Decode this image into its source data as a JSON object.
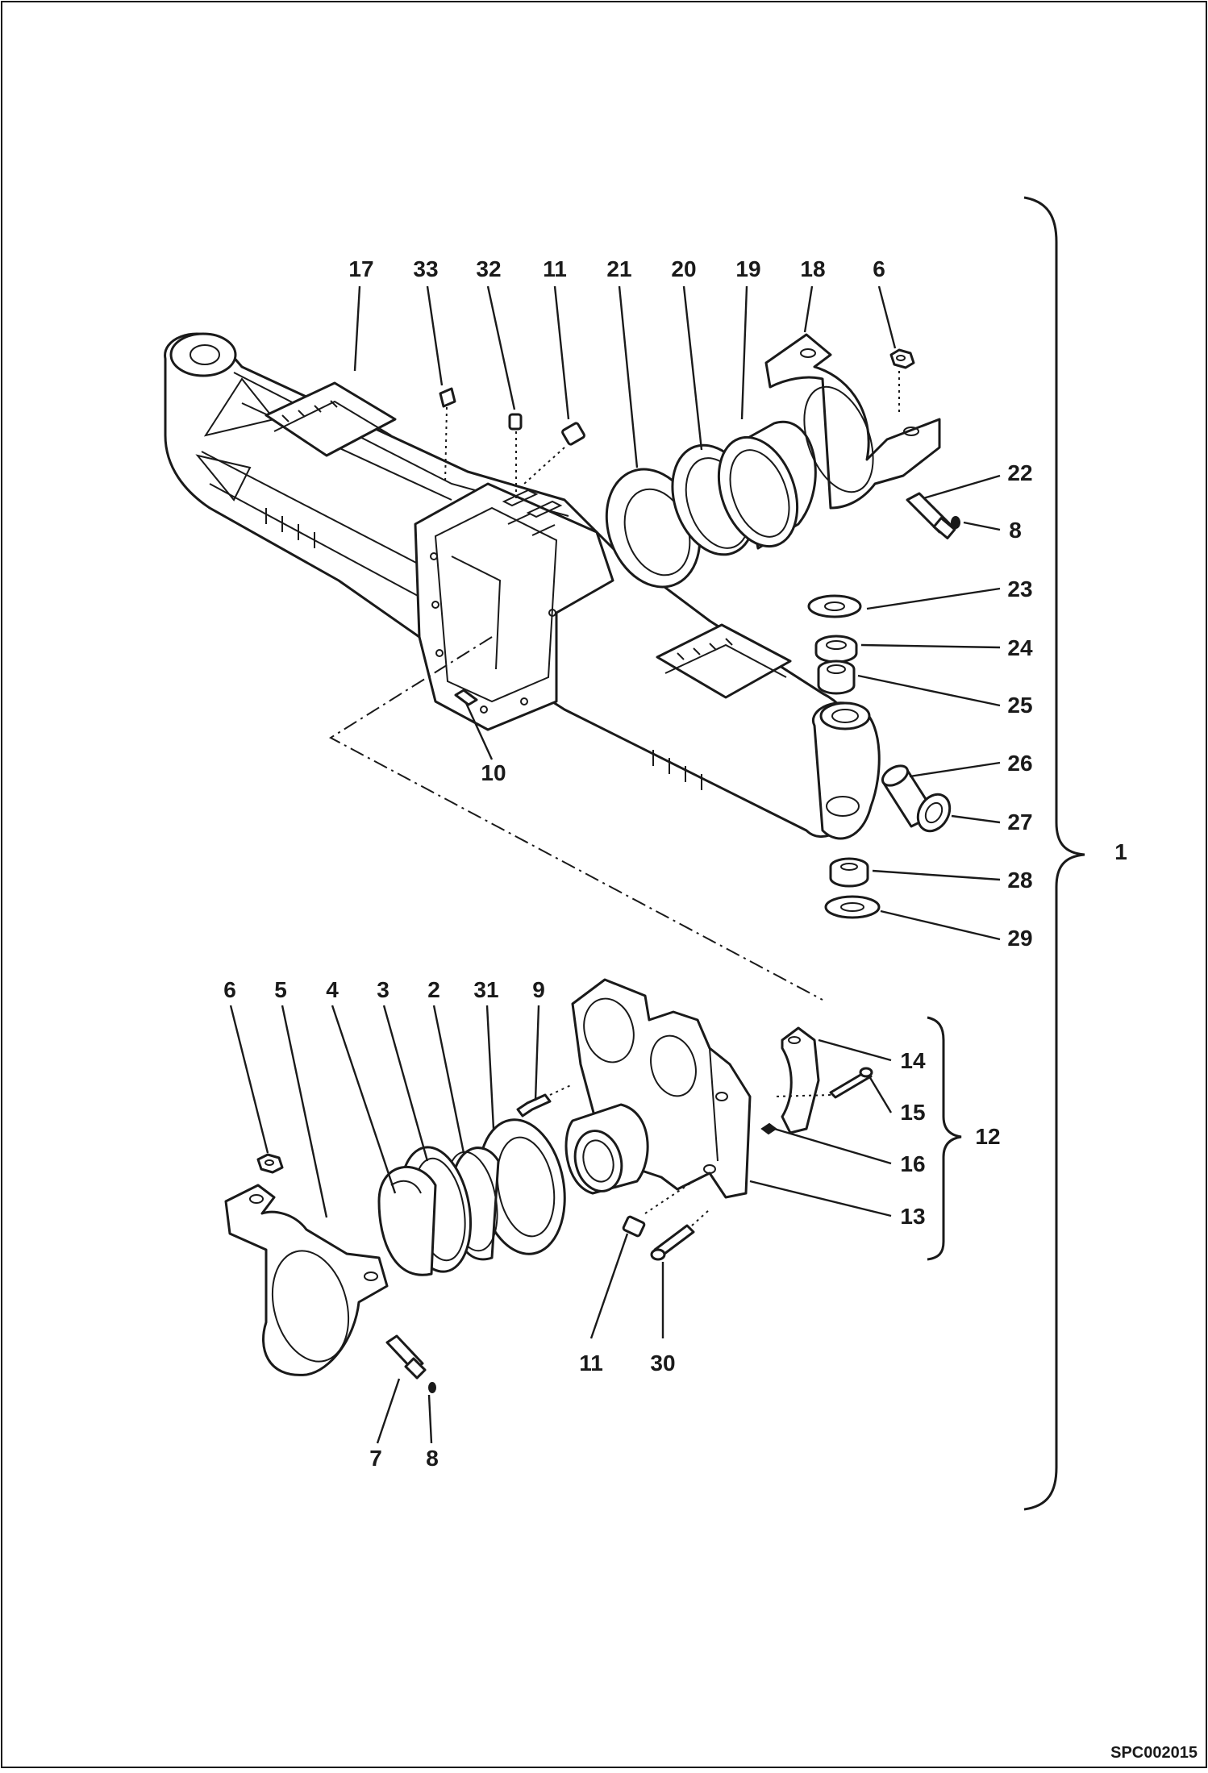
{
  "drawing_code": "SPC002015",
  "callouts": {
    "top": [
      {
        "id": "c17",
        "label": "17"
      },
      {
        "id": "c33",
        "label": "33"
      },
      {
        "id": "c32",
        "label": "32"
      },
      {
        "id": "c11a",
        "label": "11"
      },
      {
        "id": "c21",
        "label": "21"
      },
      {
        "id": "c20",
        "label": "20"
      },
      {
        "id": "c19",
        "label": "19"
      },
      {
        "id": "c18",
        "label": "18"
      },
      {
        "id": "c6a",
        "label": "6"
      }
    ],
    "right": [
      {
        "id": "c22",
        "label": "22"
      },
      {
        "id": "c8a",
        "label": "8"
      },
      {
        "id": "c23",
        "label": "23"
      },
      {
        "id": "c24",
        "label": "24"
      },
      {
        "id": "c25",
        "label": "25"
      },
      {
        "id": "c26",
        "label": "26"
      },
      {
        "id": "c27",
        "label": "27"
      },
      {
        "id": "c28",
        "label": "28"
      },
      {
        "id": "c29",
        "label": "29"
      }
    ],
    "middle": [
      {
        "id": "c10",
        "label": "10"
      },
      {
        "id": "c1",
        "label": "1"
      }
    ],
    "lower_top": [
      {
        "id": "c6b",
        "label": "6"
      },
      {
        "id": "c5",
        "label": "5"
      },
      {
        "id": "c4",
        "label": "4"
      },
      {
        "id": "c3",
        "label": "3"
      },
      {
        "id": "c2",
        "label": "2"
      },
      {
        "id": "c31",
        "label": "31"
      },
      {
        "id": "c9",
        "label": "9"
      }
    ],
    "lower_right": [
      {
        "id": "c14",
        "label": "14"
      },
      {
        "id": "c15",
        "label": "15"
      },
      {
        "id": "c12",
        "label": "12"
      },
      {
        "id": "c16",
        "label": "16"
      },
      {
        "id": "c13",
        "label": "13"
      }
    ],
    "lower_bottom": [
      {
        "id": "c11b",
        "label": "11"
      },
      {
        "id": "c30",
        "label": "30"
      },
      {
        "id": "c7",
        "label": "7"
      },
      {
        "id": "c8b",
        "label": "8"
      }
    ]
  }
}
